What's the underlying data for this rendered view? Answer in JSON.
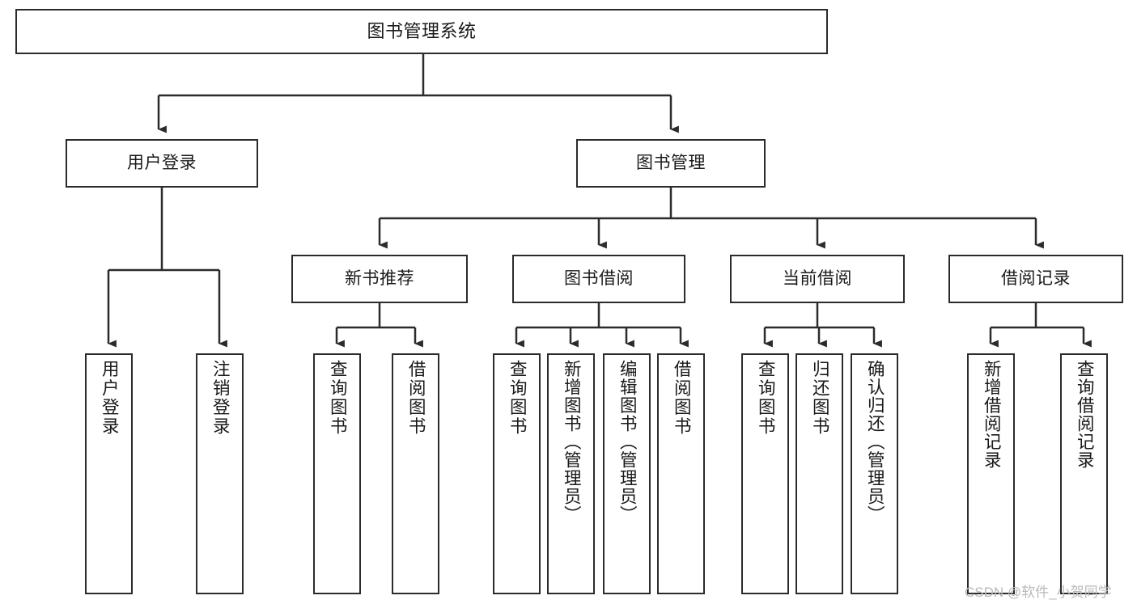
{
  "diagram": {
    "type": "tree-hierarchy",
    "title": "图书管理系统",
    "colors": {
      "box_border": "#2b2b2b",
      "box_fill": "#ffffff",
      "connector": "#2b2b2b",
      "background": "#ffffff",
      "watermark": "#b9b9b9"
    },
    "root": {
      "label": "图书管理系统"
    },
    "level2": [
      {
        "id": "user-login",
        "label": "用户登录"
      },
      {
        "id": "book-management",
        "label": "图书管理"
      }
    ],
    "level3": [
      {
        "id": "new-book-recommend",
        "label": "新书推荐"
      },
      {
        "id": "book-borrow",
        "label": "图书借阅"
      },
      {
        "id": "current-borrow",
        "label": "当前借阅"
      },
      {
        "id": "borrow-record",
        "label": "借阅记录"
      }
    ],
    "leaves": {
      "user_login": [
        {
          "id": "leaf-user-login",
          "label": "用户登录"
        },
        {
          "id": "leaf-logout-login",
          "label": "注销登录"
        }
      ],
      "new_book_recommend": [
        {
          "id": "leaf-query-book-1",
          "label": "查询图书"
        },
        {
          "id": "leaf-borrow-book-1",
          "label": "借阅图书"
        }
      ],
      "book_borrow": [
        {
          "id": "leaf-query-book-2",
          "label": "查询图书"
        },
        {
          "id": "leaf-add-book",
          "label": "新增图书（管理员）"
        },
        {
          "id": "leaf-edit-book",
          "label": "编辑图书（管理员）"
        },
        {
          "id": "leaf-borrow-book-2",
          "label": "借阅图书"
        }
      ],
      "current_borrow": [
        {
          "id": "leaf-query-book-3",
          "label": "查询图书"
        },
        {
          "id": "leaf-return-book",
          "label": "归还图书"
        },
        {
          "id": "leaf-confirm-return",
          "label": "确认归还（管理员）"
        }
      ],
      "borrow_record": [
        {
          "id": "leaf-add-record",
          "label": "新增借阅记录"
        },
        {
          "id": "leaf-query-record",
          "label": "查询借阅记录"
        }
      ]
    }
  },
  "watermark": {
    "text": "CSDN @软件_小贺同学"
  }
}
